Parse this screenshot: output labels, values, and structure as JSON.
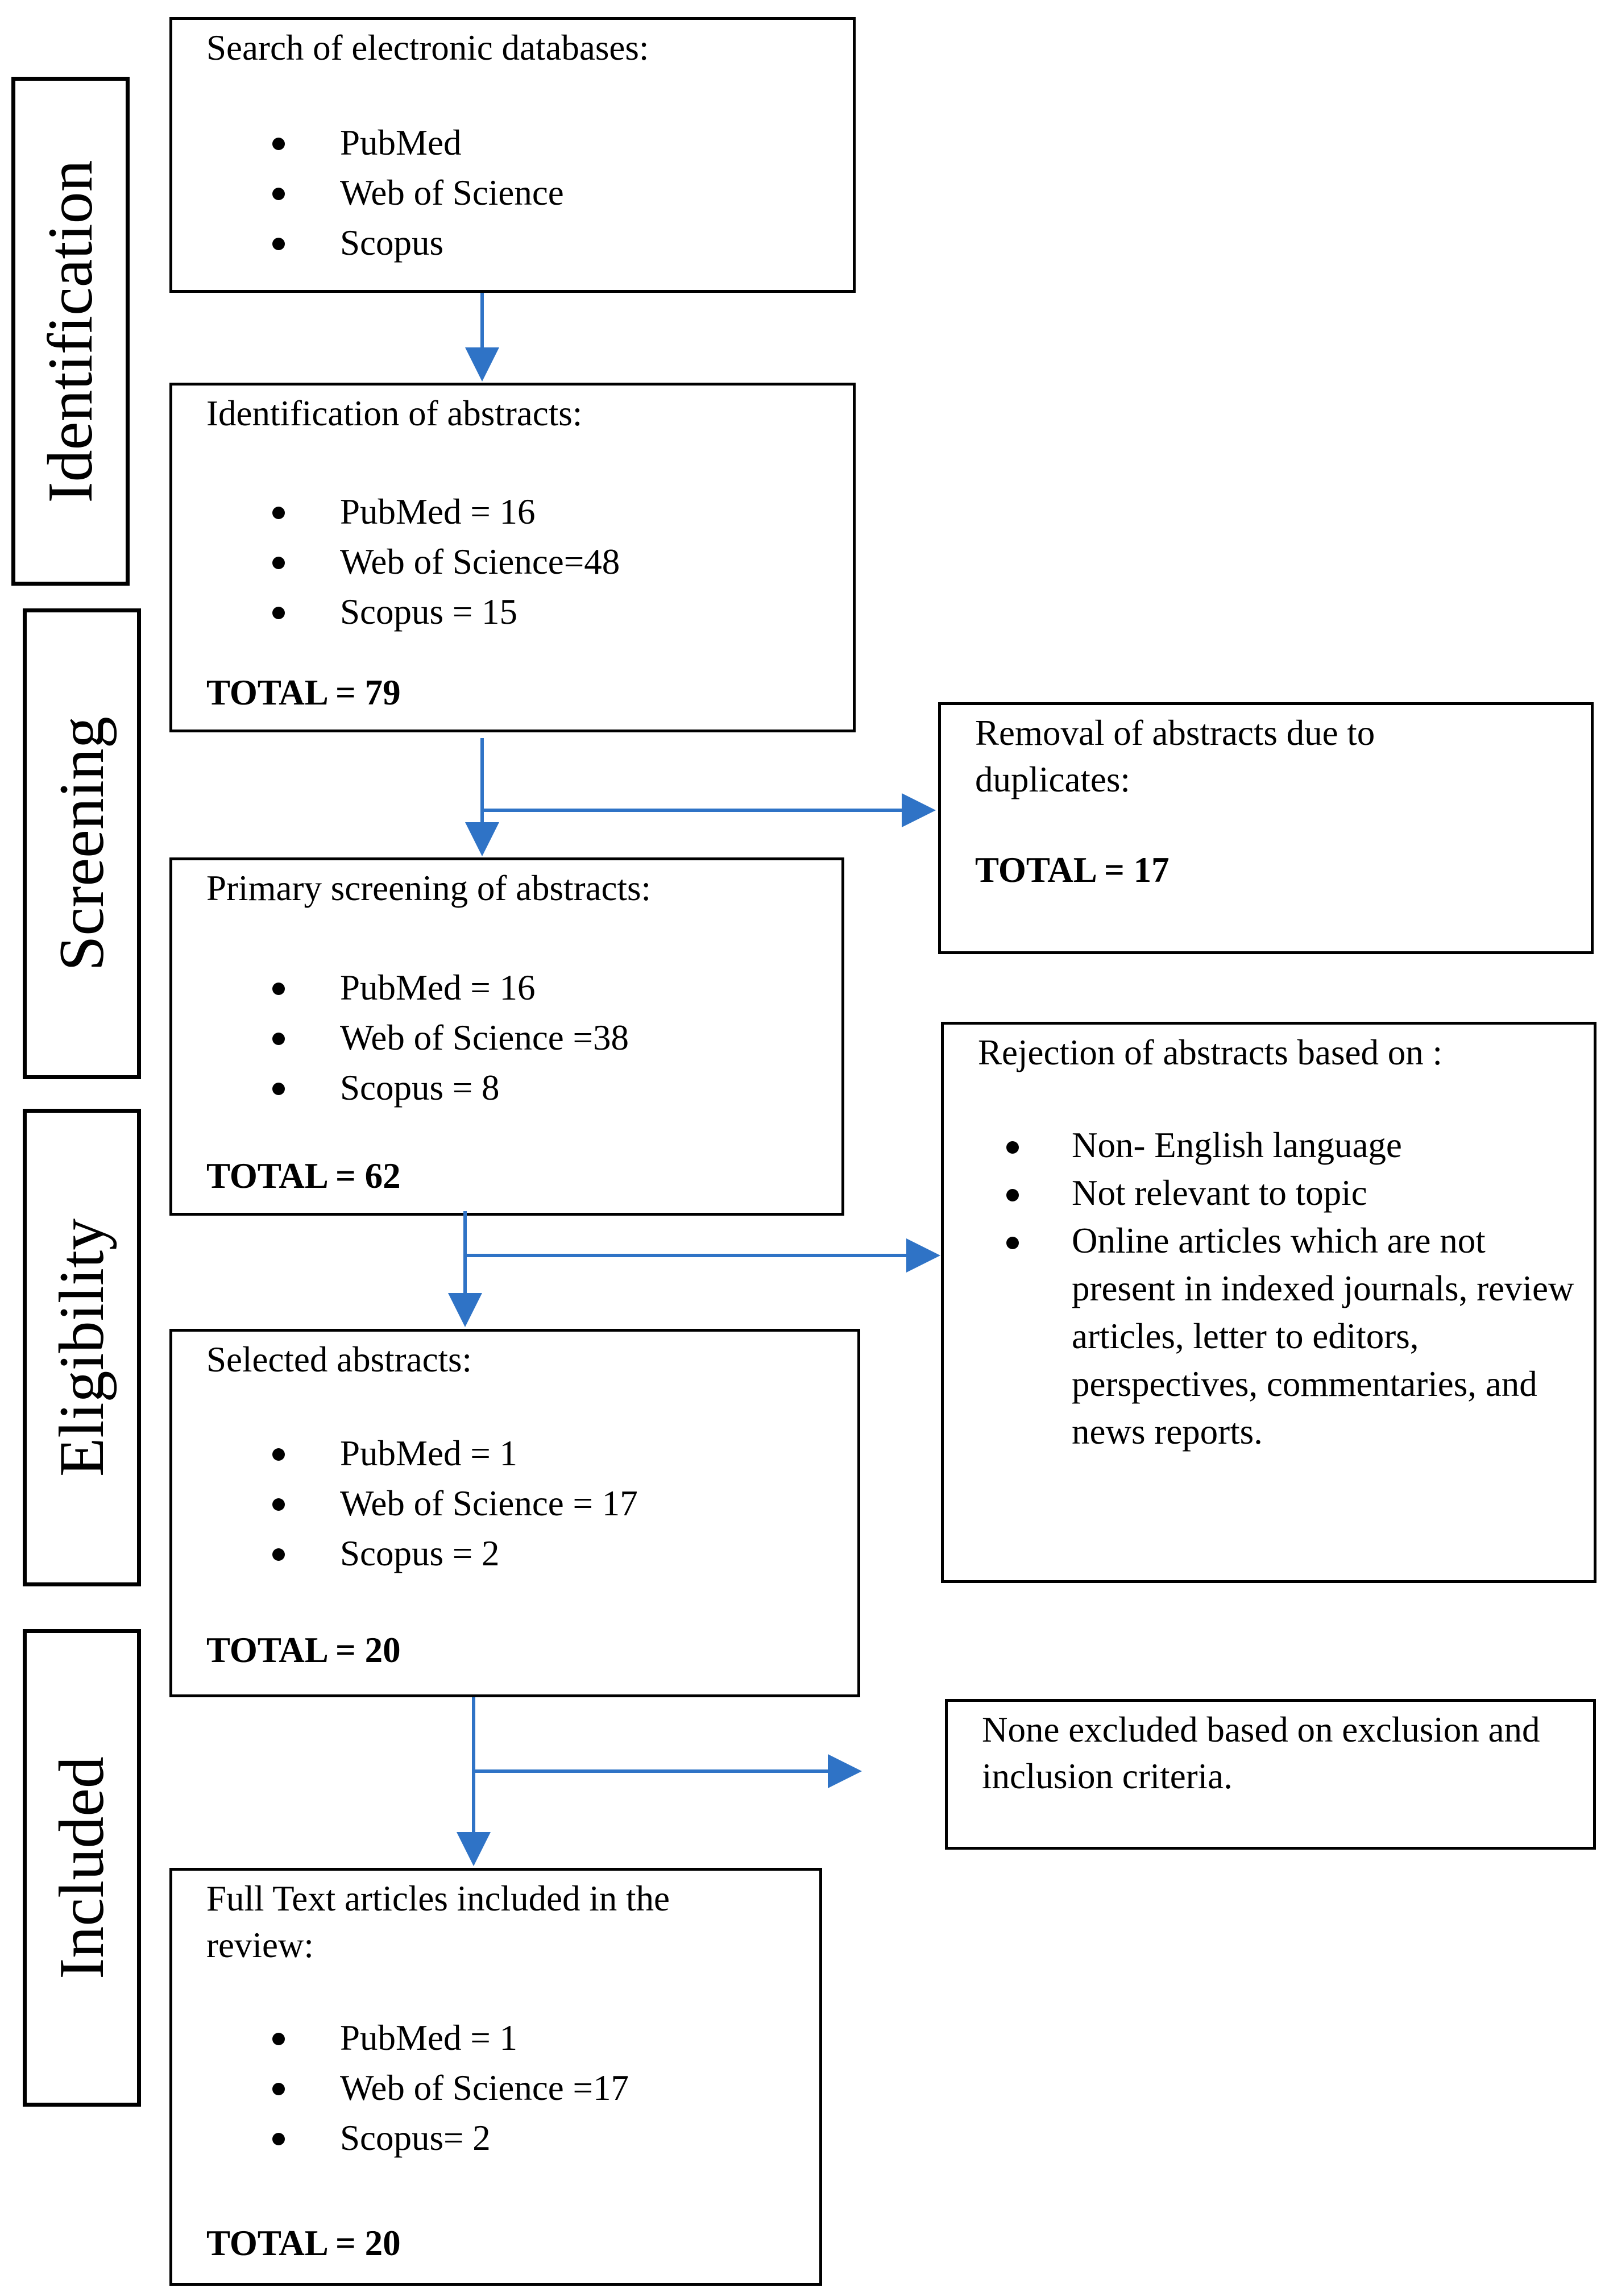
{
  "stages": {
    "identification": "Identification",
    "screening": "Screening",
    "eligibility": "Eligibility",
    "included": "Included"
  },
  "search": {
    "heading": "Search of electronic databases:",
    "items": [
      "PubMed",
      "Web of Science",
      "Scopus"
    ]
  },
  "identified": {
    "heading": "Identification of abstracts:",
    "items": [
      "PubMed = 16",
      "Web of Science=48",
      "Scopus = 15"
    ],
    "total": "TOTAL = 79"
  },
  "duplicates": {
    "heading": "Removal of abstracts due to duplicates:",
    "total": "TOTAL = 17"
  },
  "primary": {
    "heading": "Primary screening of abstracts:",
    "items": [
      "PubMed = 16",
      "Web of Science =38",
      "Scopus = 8"
    ],
    "total": "TOTAL = 62"
  },
  "rejection": {
    "heading": "Rejection of abstracts based on :",
    "items": [
      "Non- English language",
      "Not relevant to topic",
      "Online articles which are not present in indexed journals, review articles, letter to editors, perspectives, commentaries, and news reports."
    ]
  },
  "selected": {
    "heading": "Selected abstracts:",
    "items": [
      "PubMed = 1",
      "Web of Science = 17",
      "Scopus = 2"
    ],
    "total": "TOTAL = 20"
  },
  "none_excluded": {
    "text": "None excluded based on exclusion and inclusion criteria."
  },
  "fulltext": {
    "heading": "Full Text articles included in the review:",
    "items": [
      "PubMed = 1",
      "Web of Science =17",
      "Scopus= 2"
    ],
    "total": "TOTAL = 20"
  },
  "colors": {
    "arrow": "#2f73c6",
    "border": "#000000"
  }
}
